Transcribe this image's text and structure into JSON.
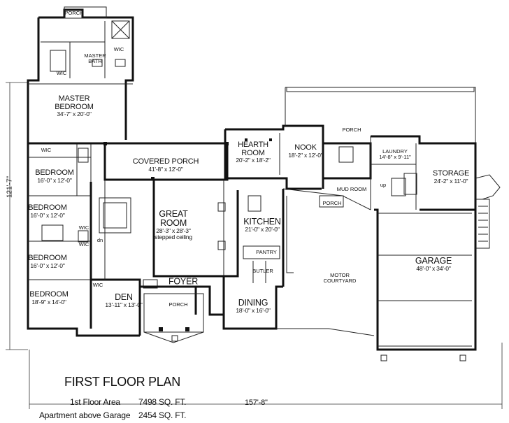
{
  "plan": {
    "title": "FIRST FLOOR PLAN",
    "areas": [
      {
        "label": "1st Floor Area",
        "value": "7498 SQ. FT."
      },
      {
        "label": "Apartment above Garage",
        "value": "2454 SQ. FT."
      }
    ],
    "overall_width": "157'-8\"",
    "overall_depth": "121'-7\""
  },
  "rooms": {
    "porch_top": "PORCH",
    "master_bath": [
      "MASTER",
      "BATH"
    ],
    "wic_mb_left": "WIC",
    "wic_mb_right": "WIC",
    "master_bedroom": {
      "name": [
        "MASTER",
        "BEDROOM"
      ],
      "dim": "34'-7\" x 20'-0\""
    },
    "covered_porch": {
      "name": "COVERED PORCH",
      "dim": "41'-8\" x 12'-0\""
    },
    "hearth_room": {
      "name": [
        "HEARTH",
        "ROOM"
      ],
      "dim": "20'-2\" x 18'-2\""
    },
    "nook": {
      "name": "NOOK",
      "dim": "18'-2\" x 12'-0\""
    },
    "porch_rear": "PORCH",
    "laundry": {
      "name": "LAUNDRY",
      "dim": "14'-8\" x 9'-11\""
    },
    "storage": {
      "name": "STORAGE",
      "dim": "24'-2\" x 11'-0\""
    },
    "mud_room": "MUD ROOM",
    "porch_mud": "PORCH",
    "wic_bed1": "WIC",
    "bedroom1": {
      "name": "BEDROOM",
      "dim": "16'-0\" x 12'-0\""
    },
    "bedroom2": {
      "name": "BEDROOM",
      "dim": "16'-0\" x 12'-0\""
    },
    "wic_bed2": "WIC",
    "wic_bed3": "WIC",
    "bedroom3": {
      "name": "BEDROOM",
      "dim": "16'-0\" x 12'-0\""
    },
    "bedroom4": {
      "name": "BEDROOM",
      "dim": "18'-9\" x 14'-0\""
    },
    "wic_den": "WIC",
    "great_room": {
      "name": [
        "GREAT",
        "ROOM"
      ],
      "dim": "28'-3\" x 28'-3\"",
      "note": "stepped ceiling"
    },
    "kitchen": {
      "name": "KITCHEN",
      "dim": "21'-0\" x 20'-0\""
    },
    "pantry": "PANTRY",
    "butler": "BUTLER",
    "garage": {
      "name": "GARAGE",
      "dim": "48'-0\" x 34'-0\""
    },
    "motor_courtyard": [
      "MOTOR",
      "COURTYARD"
    ],
    "den": {
      "name": "DEN",
      "dim": "13'-11\" x 13'-0\""
    },
    "foyer": "FOYER",
    "porch_front": "PORCH",
    "dining": {
      "name": "DINING",
      "dim": "18'-0\" x 16'-0\""
    },
    "dn": "dn",
    "up": "up"
  }
}
